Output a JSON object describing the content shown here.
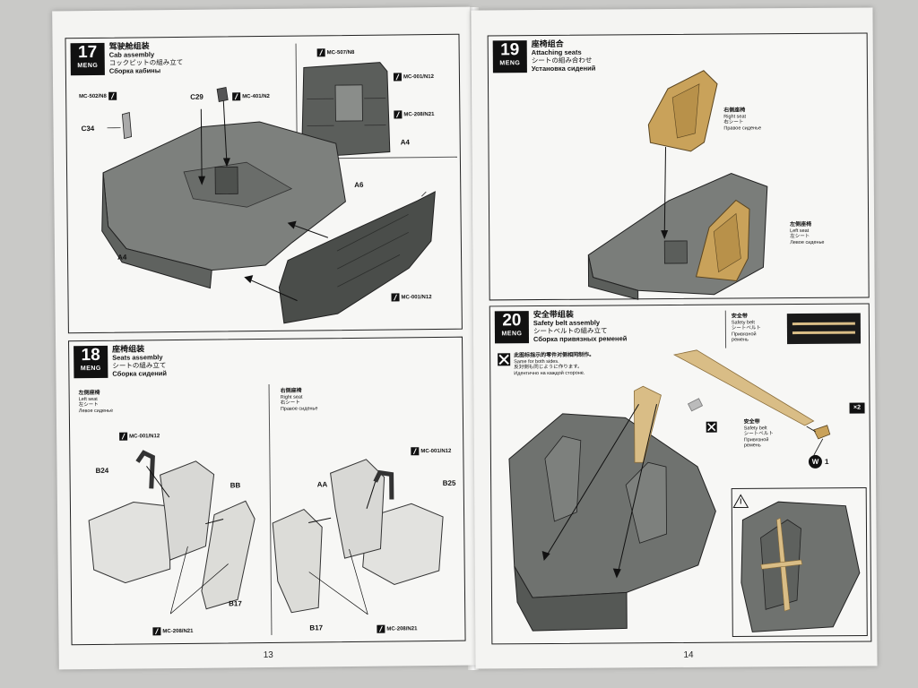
{
  "left_page": {
    "page_number": "13",
    "step17": {
      "number": "17",
      "brand": "MENG",
      "title_zh": "驾驶舱组装",
      "title_en": "Cab assembly",
      "title_ja": "コックピットの組み立て",
      "title_ru": "Сборка кабины",
      "tags": {
        "mc502": "MC-502/N8",
        "mc401": "MC-401/N2",
        "mc507": "MC-507/N8",
        "mc001a": "MC-001/N12",
        "mc208": "MC-208/N21",
        "mc001b": "MC-001/N12"
      },
      "parts": {
        "c29": "C29",
        "c34": "C34",
        "a4_inset": "A4",
        "a6": "A6",
        "a4_main": "A4"
      }
    },
    "step18": {
      "number": "18",
      "brand": "MENG",
      "title_zh": "座椅组装",
      "title_en": "Seats assembly",
      "title_ja": "シートの組み立て",
      "title_ru": "Сборка сидений",
      "left_seat": {
        "zh": "左侧座椅",
        "en": "Left seat",
        "ja": "左シート",
        "ru": "Левое сиденье"
      },
      "right_seat": {
        "zh": "右侧座椅",
        "en": "Right seat",
        "ja": "右シート",
        "ru": "Правое сиденье"
      },
      "tags": {
        "mc001_left": "MC-001/N12",
        "mc208_left": "MC-208/N21",
        "mc001_right": "MC-001/N12",
        "mc208_right": "MC-208/N21"
      },
      "parts": {
        "b24": "B24",
        "bb": "BB",
        "b17_left": "B17",
        "aa": "AA",
        "b25": "B25",
        "b17_right": "B17"
      }
    }
  },
  "right_page": {
    "page_number": "14",
    "step19": {
      "number": "19",
      "brand": "MENG",
      "title_zh": "座椅组合",
      "title_en": "Attaching seats",
      "title_ja": "シートの組み合わせ",
      "title_ru": "Установка сидений",
      "right_seat": {
        "zh": "右侧座椅",
        "en": "Right seat",
        "ja": "右シート",
        "ru": "Правое сиденье"
      },
      "left_seat": {
        "zh": "左侧座椅",
        "en": "Left seat",
        "ja": "左シート",
        "ru": "Левое сиденье"
      }
    },
    "step20": {
      "number": "20",
      "brand": "MENG",
      "title_zh": "安全带组装",
      "title_en": "Safety belt assembly",
      "title_ja": "シートベルトの組み立て",
      "title_ru": "Сборка привязных ременей",
      "legend": {
        "zh": "安全带",
        "en": "Safety belt",
        "ja": "シートベルト",
        "ru1": "Привязной",
        "ru2": "ремень"
      },
      "same_note": {
        "zh": "此图标指示的零件对侧相同制作。",
        "en": "Same for both sides.",
        "ja": "反対側も同じように作ります。",
        "ru": "Идентично на каждой стороне."
      },
      "belt_label": {
        "zh": "安全带",
        "en": "Safety belt",
        "ja": "シートベルト",
        "ru1": "Привязной",
        "ru2": "ремень"
      },
      "multiplier": "×2",
      "w_part": "W",
      "w_count": "1"
    }
  },
  "colors": {
    "paper": "#f4f4f2",
    "plastic_gray": "#6f726f",
    "seat_tan": "#c9a25a",
    "belt_tan": "#d9bd86",
    "badge": "#111111"
  }
}
